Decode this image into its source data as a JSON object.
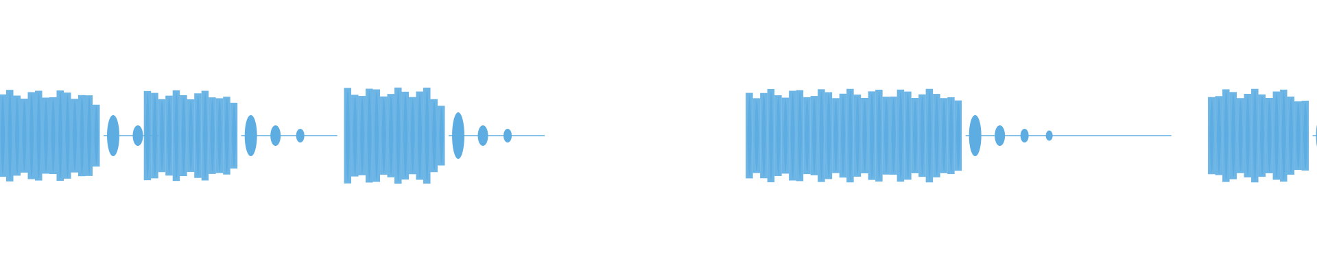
{
  "waveform": {
    "color": "#5DADE2",
    "background": "#FFFFFF",
    "clips": [
      {
        "start": 0.0,
        "pulses": 14,
        "decay_bumps": 2,
        "peak": 0.95
      },
      {
        "start": 0.11,
        "pulses": 13,
        "decay_bumps": 3,
        "peak": 0.94
      },
      {
        "start": 0.262,
        "pulses": 14,
        "decay_bumps": 3,
        "peak": 1.0
      },
      {
        "start": 0.567,
        "pulses": 30,
        "decay_bumps": 4,
        "peak": 0.97
      },
      {
        "start": 0.918,
        "pulses": 14,
        "decay_bumps": 1,
        "peak": 0.97
      }
    ]
  }
}
